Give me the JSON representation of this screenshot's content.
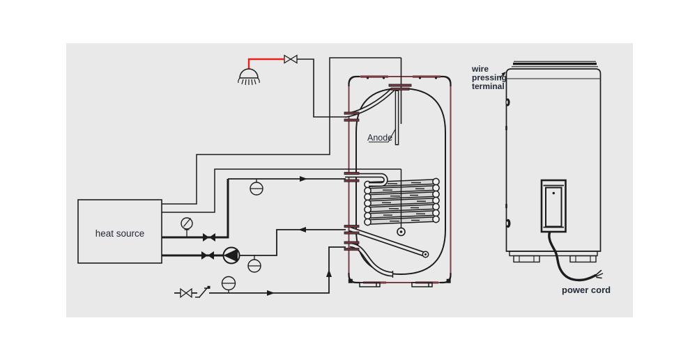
{
  "diagram_title": "water heater tank installation schematic",
  "colors": {
    "panel_background": "#e9e9e9",
    "line": "#1c1c1c",
    "shell_maroon": "#7b4046",
    "port_maroon": "#743a40",
    "hot_water_red": "#e8211a",
    "label_text": "#222a38",
    "coil_tube_gray": "#d6d6d6"
  },
  "labels": {
    "heat_source": "heat source",
    "anode": "Anode",
    "wire_pressing_terminal": [
      "wire",
      "pressing",
      "terminal"
    ],
    "power_cord": "power cord"
  },
  "symbols": {
    "shower": "shower-head-icon",
    "shutoff_valve": "gate-valve-icon",
    "filled_valve": "gate-valve-filled-icon",
    "check_valve": "check-valve-icon",
    "pump": "circulation-pump-icon",
    "pressure_gauge": "pressure-gauge-icon",
    "thermometer": "thermometer-icon",
    "flow_arrow": "flow-arrow-icon",
    "anode_rod": "anode-rod",
    "coil": "heat-exchanger-coil",
    "heating_element": "heating-element",
    "sensor_pocket": "temperature-sensor-pocket",
    "power_cord": "power-cord",
    "control_panel": "control-panel"
  }
}
